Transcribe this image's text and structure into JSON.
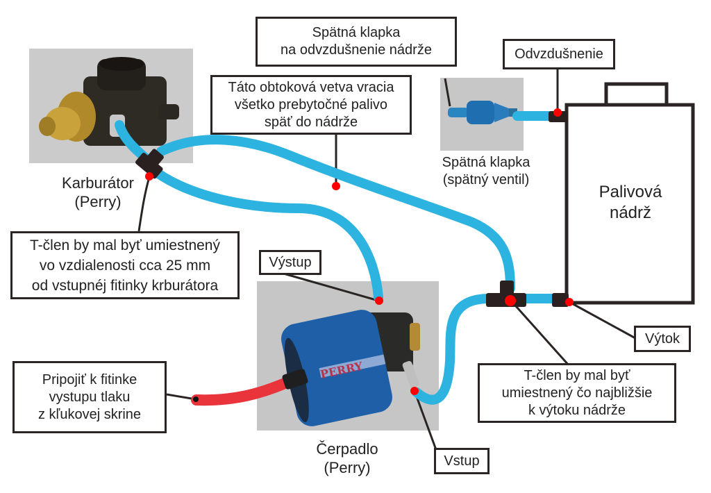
{
  "colors": {
    "fuel_line": "#2cb3e0",
    "pressure_line": "#e8343a",
    "marker": "#ff0000",
    "fitting": "#2a2020",
    "outline": "#2a2424",
    "photo_bg": "#c9c9c9"
  },
  "components": {
    "carburetor": {
      "line1": "Karburátor",
      "line2": "(Perry)"
    },
    "pump": {
      "line1": "Čerpadlo",
      "line2": "(Perry)",
      "brand": "PERRY"
    },
    "check_valve": {
      "line1": "Spätná klapka",
      "line2": "(spätný ventil)"
    },
    "fuel_tank": {
      "line1": "Palivová",
      "line2": "nádrž"
    }
  },
  "callouts": {
    "vent_check_valve": [
      "Spätná klapka",
      "na odvzdušnenie nádrže"
    ],
    "vent": [
      "Odvzdušnenie"
    ],
    "bypass": [
      "Táto obtoková vetva vracia",
      "všetko prebytočné palivo",
      "späť do nádrže"
    ],
    "carb_tee": [
      "T-člen by mal byť umiestnený",
      "vo vzdialenosti cca 25 mm",
      "od vstupnéj fitinky krburátora"
    ],
    "pump_outlet": [
      "Výstup"
    ],
    "pump_inlet": [
      "Vstup"
    ],
    "tank_outlet": [
      "Výtok"
    ],
    "tank_tee": [
      "T-člen by mal byť",
      "umiestnený čo najbližšie",
      "k výtoku nádrže"
    ],
    "crankcase": [
      "Pripojiť k fitinke",
      "vystupu tlaku",
      "z kľukovej skrine"
    ]
  }
}
